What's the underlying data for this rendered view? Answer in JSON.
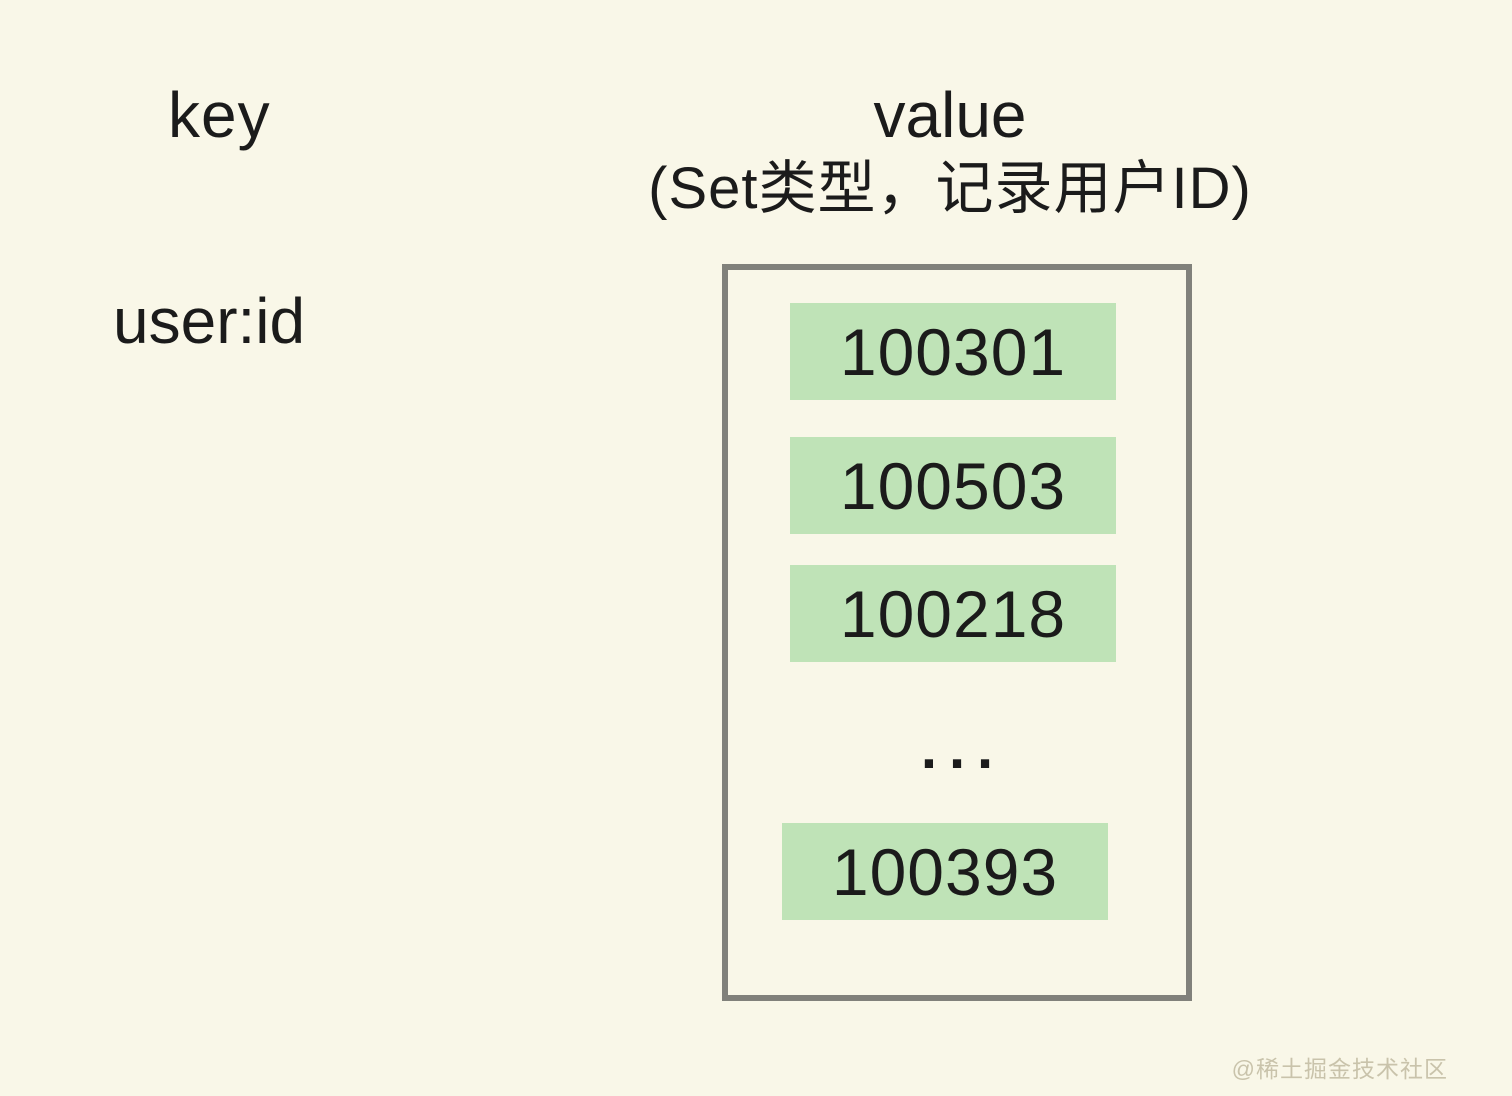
{
  "colors": {
    "background": "#F9F7E8",
    "member_fill": "#BFE3B7",
    "box_border": "#81817B",
    "text": "#1B1B1B",
    "watermark": "#C9C3AB"
  },
  "key_column": {
    "header": "key",
    "key_name": "user:id"
  },
  "value_column": {
    "header_line1": "value",
    "header_line2": "(Set类型，记录用户ID)",
    "members": [
      "100301",
      "100503",
      "100218",
      "100393"
    ],
    "ellipsis": "..."
  },
  "watermark": "@稀土掘金技术社区"
}
